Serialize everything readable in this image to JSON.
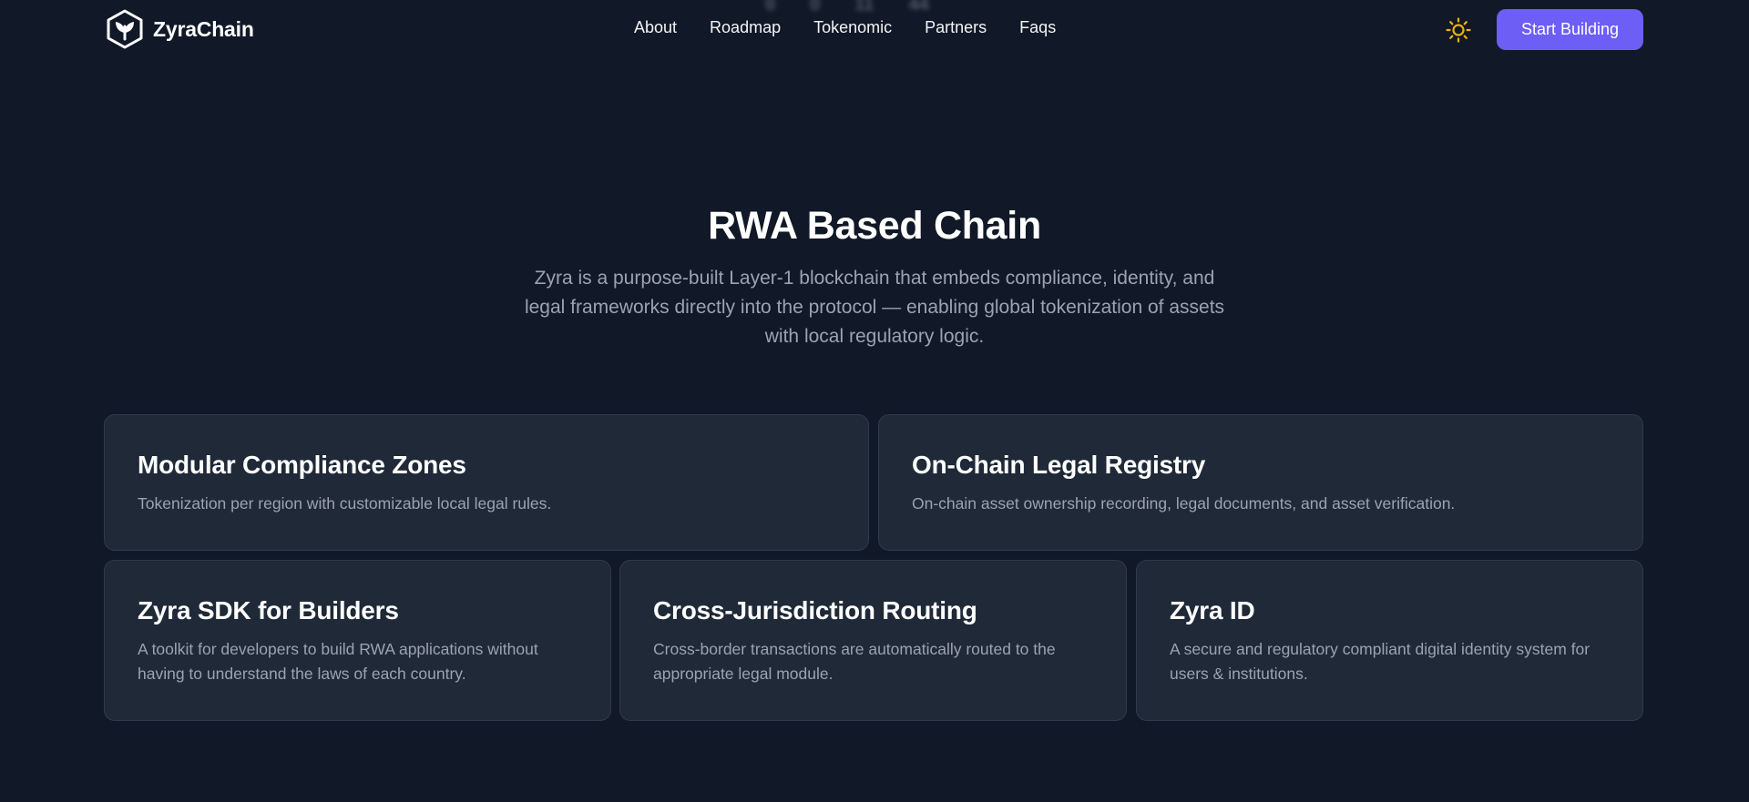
{
  "header": {
    "brand_name": "ZyraChain",
    "logo_icon": "zyra-hexagon-leaf-logo",
    "nav": [
      "About",
      "Roadmap",
      "Tokenomic",
      "Partners",
      "Faqs"
    ],
    "theme_icon": "sun-icon",
    "cta_label": "Start Building"
  },
  "hero": {
    "title": "RWA Based Chain",
    "subtitle": "Zyra is a purpose-built Layer-1 blockchain that embeds compliance, identity, and legal frameworks directly into the protocol — enabling global tokenization of assets with local regulatory logic."
  },
  "features": [
    {
      "title": "Modular Compliance Zones",
      "description": "Tokenization per region with customizable local legal rules."
    },
    {
      "title": "On-Chain Legal Registry",
      "description": "On-chain asset ownership recording, legal documents, and asset verification."
    },
    {
      "title": "Zyra SDK for Builders",
      "description": "A toolkit for developers to build RWA applications without having to understand the laws of each country."
    },
    {
      "title": "Cross-Jurisdiction Routing",
      "description": "Cross-border transactions are automatically routed to the appropriate legal module."
    },
    {
      "title": "Zyra ID",
      "description": "A secure and regulatory compliant digital identity system for users & institutions."
    }
  ],
  "colors": {
    "background": "#111827",
    "card_background": "#1f2937",
    "card_border": "#2f3b4d",
    "accent": "#6d5ef5",
    "sun_icon": "#eab308",
    "muted_text": "#9ca3af"
  }
}
